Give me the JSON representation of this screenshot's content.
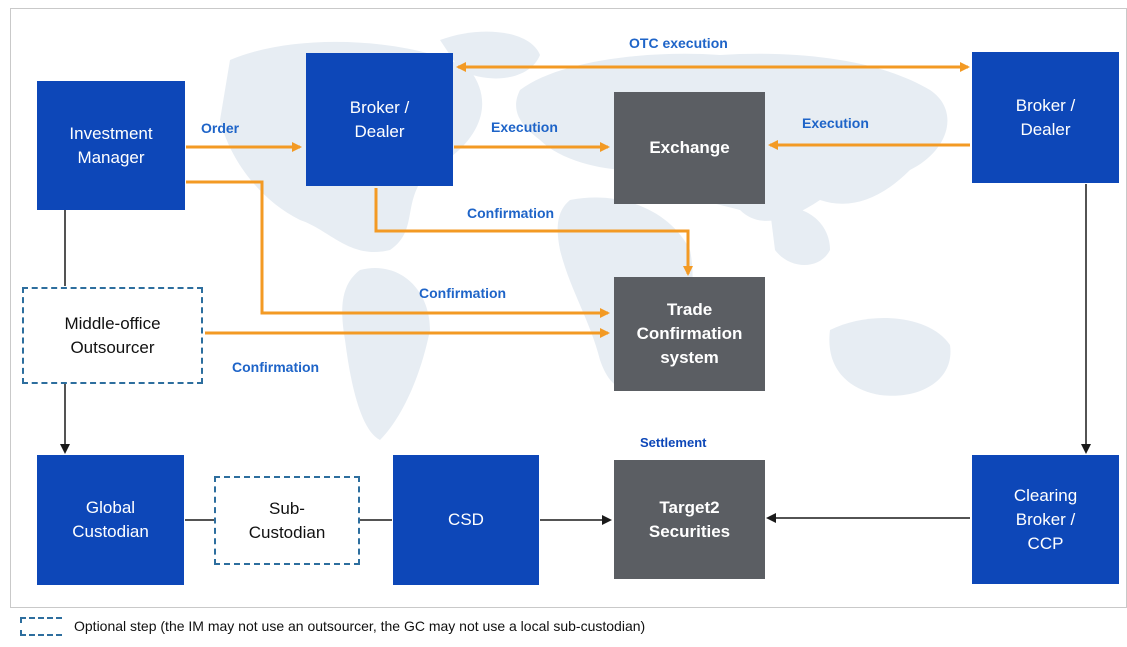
{
  "nodes": {
    "investment_manager": "Investment\nManager",
    "broker_dealer_left": "Broker /\nDealer",
    "exchange": "Exchange",
    "broker_dealer_right": "Broker /\nDealer",
    "middle_office": "Middle-office\nOutsourcer",
    "trade_confirmation": "Trade\nConfirmation\nsystem",
    "global_custodian": "Global\nCustodian",
    "sub_custodian": "Sub-\nCustodian",
    "csd": "CSD",
    "target2": "Target2\nSecurities",
    "clearing_broker": "Clearing\nBroker /\nCCP"
  },
  "edge_labels": {
    "otc_execution": "OTC execution",
    "order": "Order",
    "execution_left": "Execution",
    "execution_right": "Execution",
    "confirmation_broker": "Confirmation",
    "confirmation_im": "Confirmation",
    "confirmation_mo": "Confirmation",
    "settlement": "Settlement"
  },
  "legend": {
    "text": "Optional step (the IM may not use an outsourcer, the GC may not use a local sub-custodian)"
  },
  "colors": {
    "node_blue": "#0d47b8",
    "node_grey": "#5b5e63",
    "arrow_orange": "#f39a24",
    "arrow_black": "#1a1a1a",
    "label_blue": "#1e64c8",
    "dashed_border": "#2d6e9e"
  }
}
